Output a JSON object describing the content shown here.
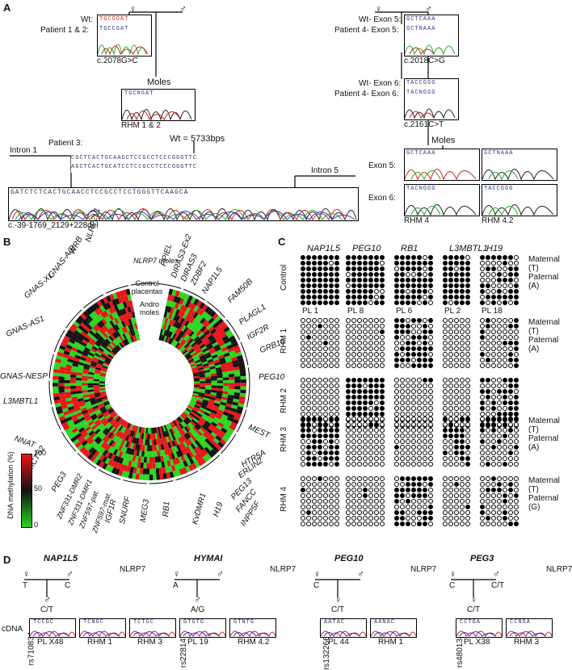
{
  "panels": {
    "a": "A",
    "b": "B",
    "c": "C",
    "d": "D"
  },
  "symbols": {
    "female": "♀",
    "male": "♂"
  },
  "panelA": {
    "left": {
      "wt_label": "Wt:",
      "wt_seq": "TGCGGAT",
      "patient_label": "Patient 1 & 2:",
      "patient_seq": "TGCCGAT",
      "mutation": "c.2078G>C",
      "moles_title": "Moles",
      "moles_seq": "TGCNGAT",
      "rhm": "RHM 1 & 2"
    },
    "right": {
      "ex5_wt": "Wt- Exon 5:",
      "ex5_wt_seq": "GCTCAAA",
      "ex5_pt": "Patient 4- Exon 5:",
      "ex5_pt_seq": "GCTNAAA",
      "mut1": "c.2018C>G",
      "ex6_wt": "Wt- Exon 6:",
      "ex6_wt_seq": "TACCGGG",
      "ex6_pt": "Patient 4- Exon 6:",
      "ex6_pt_seq": "TACNGGG",
      "mut2": "c.2161C>T",
      "moles_title": "Moles",
      "exon5": "Exon 5:",
      "exon6": "Exon 6:",
      "m5a": "GCTCAAA",
      "m5b": "GCTNAAA",
      "m6a": "TACNGGG",
      "m6b": "TACCGGG",
      "rhm4": "RHM 4",
      "rhm42": "RHM 4.2"
    },
    "deletion": {
      "patient3": "Patient 3:",
      "wt": "Wt = 5733bps",
      "intron1": "Intron 1",
      "intron5": "Intron 5",
      "seq1": "CGCTCACTGCAAGCTCCGCCTCCCGGGTTC",
      "seq2": "AGCTCACTGCATCCTCCGCCTCCCGGGTTC",
      "seq3": "GATCTCTCACTGCAACCTCCGCCTCCTGGGTTCAAGCA",
      "mutation": "c.-39-1769_2129+228del"
    }
  },
  "panelB": {
    "genes_left": [
      "NLRP2L1",
      "WRB",
      "GNAS-A/B",
      "GNAS-XL",
      "GNAS-AS1",
      "GNAS-NESP",
      "L3MBTL1",
      "NNAT",
      "MCTS2",
      "PEG3",
      "ZNF331-DMR2",
      "ZNF331-DMR1",
      "ZNF597-pat.",
      "ZNF597-mat.",
      "IGF1R",
      "SNURF",
      "MEG3",
      "RB1",
      "KvDMR1"
    ],
    "genes_right": [
      "PPIEL",
      "DIRAS3-Ex2",
      "DIRAS3",
      "ZDBF2",
      "NAP1L5",
      "FAM50B",
      "PLAGL1",
      "IGF2R",
      "GRB10",
      "PEG10",
      "MEST",
      "HTR5A",
      "ERLIN2",
      "PEG13",
      "FANCC",
      "INPP5F",
      "H19"
    ],
    "ring_labels": [
      "NLRP7 moles",
      "Control placentas",
      "Andro moles"
    ],
    "legend_title": "DNA methylation (%)",
    "legend_ticks": [
      "100",
      "50",
      "0"
    ],
    "colors": {
      "high": "#e8141a",
      "mid": "#111111",
      "low": "#2ad61e"
    }
  },
  "panelC": {
    "genes": [
      "NAP1L5",
      "PEG10",
      "RB1",
      "L3MBTL1",
      "H19"
    ],
    "rows": [
      {
        "label": "Control",
        "pl": [
          "PL 1",
          "PL 8",
          "PL 6",
          "PL 2",
          "PL 18"
        ],
        "alleles": [
          "Maternal",
          "(T)",
          "Paternal",
          "(A)"
        ]
      },
      {
        "label": "RHM 1",
        "alleles": [
          "Maternal",
          "(T)",
          "Paternal",
          "(A)"
        ]
      },
      {
        "label": "RHM 2",
        "alleles": []
      },
      {
        "label": "RHM 3",
        "alleles": [
          "Maternal",
          "(T)",
          "Paternal",
          "(A)"
        ]
      },
      {
        "label": "RHM 4",
        "alleles": [
          "Maternal",
          "(T)",
          "Paternal",
          "(G)"
        ]
      }
    ]
  },
  "panelD": {
    "cdna": "cDNA",
    "groups": [
      {
        "gene": "NAP1L5",
        "mother": "T",
        "father": "C",
        "child": "C/T",
        "rs": "rs710834",
        "nlrp": "NLRP7",
        "seqs": [
          "TCCGC",
          "TCNGC",
          "TCTGC"
        ],
        "labels": [
          "PL X48",
          "RHM 1",
          "RHM 3"
        ]
      },
      {
        "gene": "HYMAI",
        "mother": "A",
        "father": "",
        "child": "A/G",
        "rs": "rs2281476",
        "nlrp": "NLRP7",
        "seqs": [
          "GTGTG",
          "GTNTG"
        ],
        "labels": [
          "PL 19",
          "RHM 4.2"
        ]
      },
      {
        "gene": "PEG10",
        "mother": "C",
        "father": "",
        "child": "C/T",
        "rs": "rs13226637",
        "nlrp": "NLRP7",
        "seqs": [
          "AATAC",
          "AANAC"
        ],
        "labels": [
          "PL 44",
          "RHM 1"
        ]
      },
      {
        "gene": "PEG3",
        "mother": "C",
        "father": "C/T",
        "child": "C/T",
        "rs": "rs4801386",
        "nlrp": "NLRP7",
        "seqs": [
          "CCTGA",
          "CCNGA"
        ],
        "labels": [
          "PL X38",
          "RHM 3"
        ]
      }
    ]
  }
}
